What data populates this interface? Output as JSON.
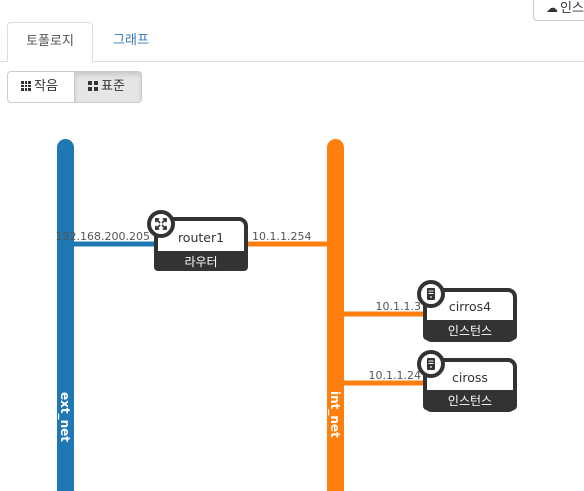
{
  "header": {
    "launch_button_label": "인스"
  },
  "tabs": [
    {
      "label": "토폴로지",
      "active": true
    },
    {
      "label": "그래프",
      "active": false
    }
  ],
  "view_toggle": {
    "small_label": "작음",
    "normal_label": "표준",
    "selected": "normal"
  },
  "colors": {
    "ext_net": "#1f77b4",
    "int_net": "#ff7f0e",
    "node_border": "#333333"
  },
  "networks": [
    {
      "name": "ext_net"
    },
    {
      "name": "int_net"
    }
  ],
  "router": {
    "name": "router1",
    "type_label": "라우터",
    "ext_ip": "192.168.200.205",
    "int_ip": "10.1.1.254",
    "icon": "router-icon"
  },
  "instances": [
    {
      "name": "cirros4",
      "type_label": "인스턴스",
      "ip": "10.1.1.3",
      "icon": "server-icon"
    },
    {
      "name": "ciross",
      "type_label": "인스턴스",
      "ip": "10.1.1.24",
      "icon": "server-icon"
    }
  ]
}
